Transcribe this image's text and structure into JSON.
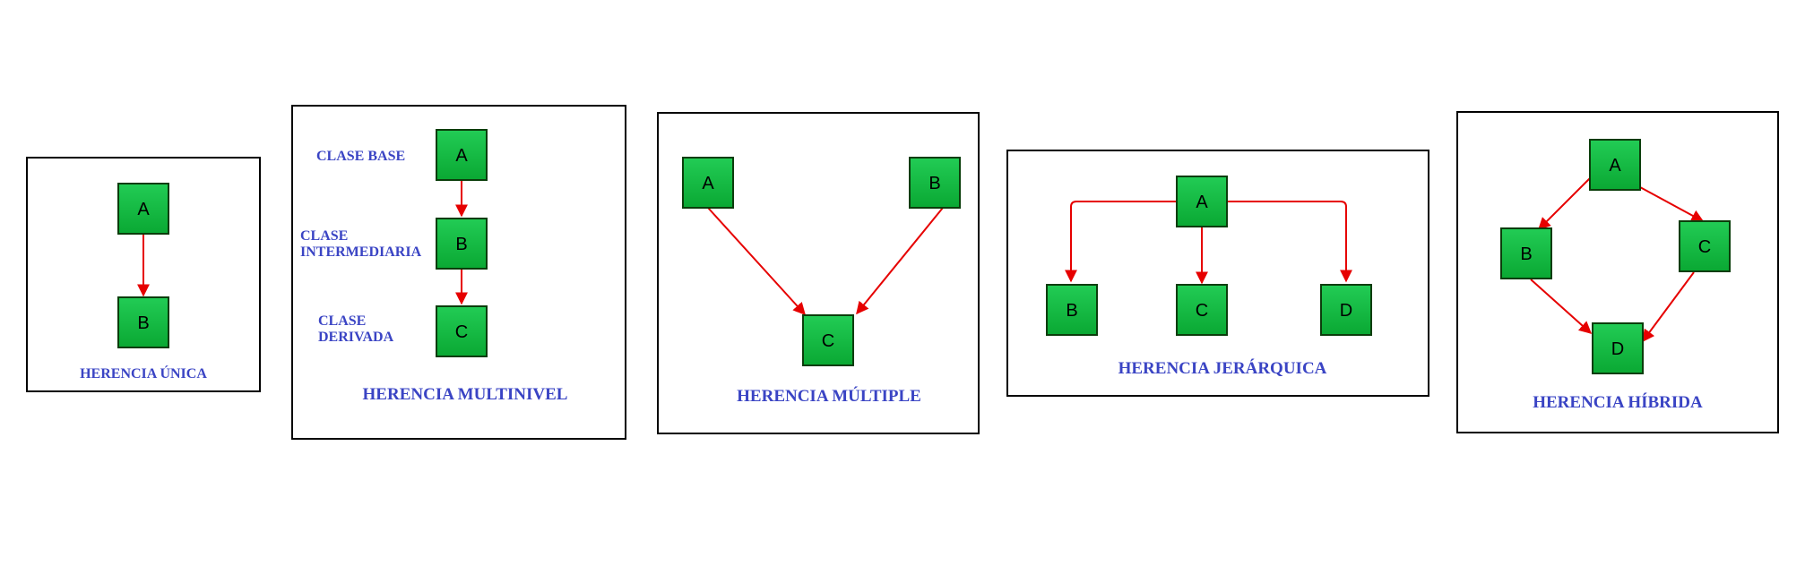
{
  "colors": {
    "node_fill_top": "#22cc55",
    "node_fill_bottom": "#0aa833",
    "edge": "#e60000",
    "title": "#3a44c4"
  },
  "panels": {
    "unica": {
      "title": "HERENCIA ÚNICA",
      "nodes": {
        "a": "A",
        "b": "B"
      }
    },
    "multinivel": {
      "title": "HERENCIA MULTINIVEL",
      "nodes": {
        "a": "A",
        "b": "B",
        "c": "C"
      },
      "labels": {
        "base": "CLASE BASE",
        "intermedia_1": "CLASE",
        "intermedia_2": "INTERMEDIARIA",
        "derivada_1": "CLASE",
        "derivada_2": "DERIVADA"
      }
    },
    "multiple": {
      "title": "HERENCIA MÚLTIPLE",
      "nodes": {
        "a": "A",
        "b": "B",
        "c": "C"
      }
    },
    "jerarquica": {
      "title": "HERENCIA JERÁRQUICA",
      "nodes": {
        "a": "A",
        "b": "B",
        "c": "C",
        "d": "D"
      }
    },
    "hibrida": {
      "title": "HERENCIA HÍBRIDA",
      "nodes": {
        "a": "A",
        "b": "B",
        "c": "C",
        "d": "D"
      }
    }
  }
}
